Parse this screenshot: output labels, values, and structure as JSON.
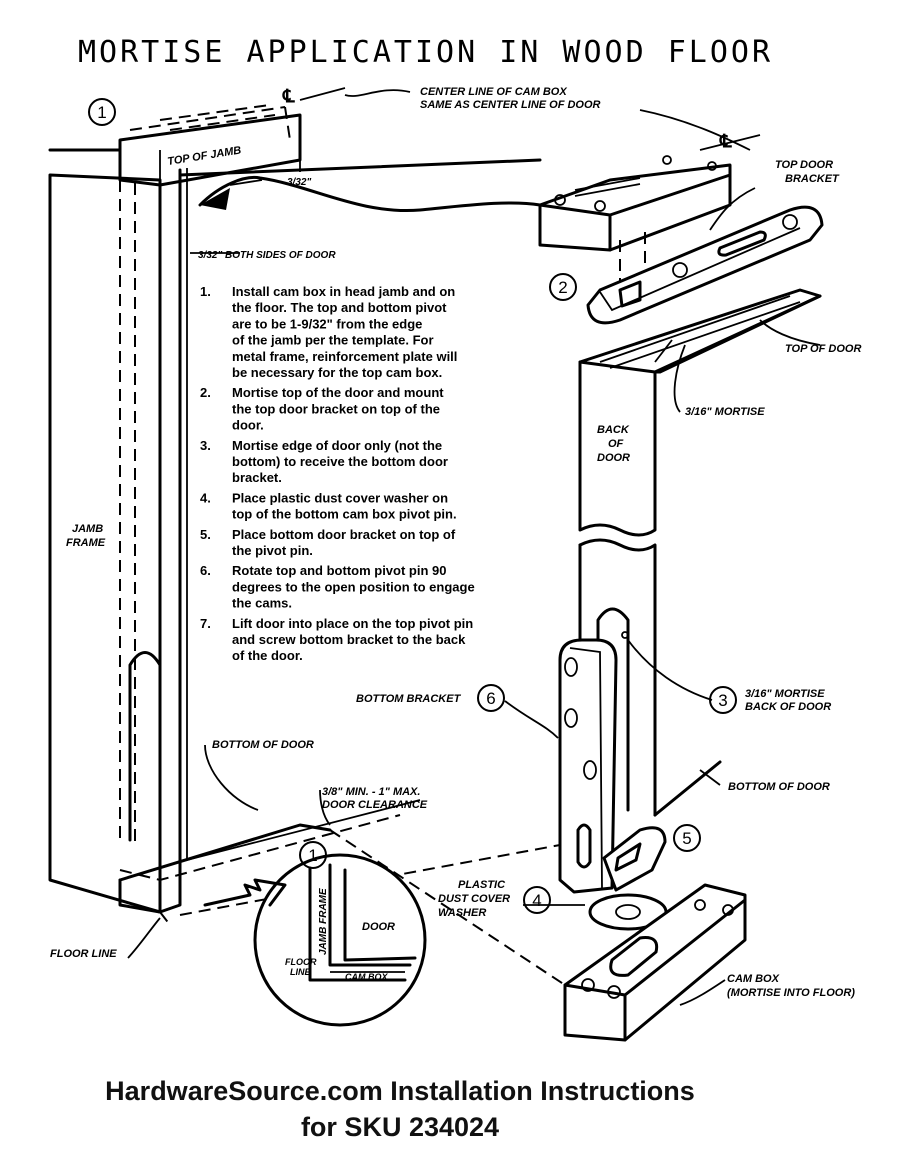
{
  "title": "MORTISE APPLICATION IN WOOD FLOOR",
  "labels": {
    "centerline_symbol": "℄",
    "center_line_1": "CENTER LINE OF CAM BOX",
    "center_line_2": "SAME AS CENTER LINE OF DOOR",
    "top_of_jamb": "TOP OF JAMB",
    "jamb_gap": "3/32\"",
    "both_sides": "3/32\" BOTH SIDES OF DOOR",
    "top_door_bracket_1": "TOP DOOR",
    "top_door_bracket_2": "BRACKET",
    "top_of_door": "TOP OF DOOR",
    "top_mortise": "3/16\" MORTISE",
    "back_of_door_1": "BACK",
    "back_of_door_2": "OF",
    "back_of_door_3": "DOOR",
    "jamb_frame_1": "JAMB",
    "jamb_frame_2": "FRAME",
    "bottom_bracket": "BOTTOM BRACKET",
    "back_mortise_1": "3/16\" MORTISE",
    "back_mortise_2": "BACK OF DOOR",
    "bottom_of_door_left": "BOTTOM OF DOOR",
    "clearance_1": "3/8\" MIN. - 1\" MAX.",
    "clearance_2": "DOOR CLEARANCE",
    "bottom_of_door_right": "BOTTOM OF DOOR",
    "washer_1": "PLASTIC",
    "washer_2": "DUST COVER",
    "washer_3": "WASHER",
    "floor_line": "FLOOR LINE",
    "cam_box_1": "CAM BOX",
    "cam_box_2": "(MORTISE INTO FLOOR)",
    "detail_jamb_frame": "JAMB FRAME",
    "detail_door": "DOOR",
    "detail_floor_1": "FLOOR",
    "detail_floor_2": "LINE",
    "detail_cam_box": "CAM BOX"
  },
  "callouts": [
    "1",
    "2",
    "3",
    "4",
    "5",
    "6",
    "1"
  ],
  "steps": [
    {
      "num": "1.",
      "lines": [
        "Install cam box in head jamb and on",
        "the floor. The top and bottom pivot",
        "are to be 1-9/32\" from the edge",
        "of the jamb per the template. For",
        "metal frame, reinforcement plate will",
        "be necessary for the top cam box."
      ]
    },
    {
      "num": "2.",
      "lines": [
        "Mortise top of the door and mount",
        "the top door bracket on top of the",
        "door."
      ]
    },
    {
      "num": "3.",
      "lines": [
        "Mortise edge of door only (not the",
        "bottom) to receive the bottom door",
        "bracket."
      ]
    },
    {
      "num": "4.",
      "lines": [
        "Place plastic dust cover washer on",
        "top of the bottom cam box pivot pin."
      ]
    },
    {
      "num": "5.",
      "lines": [
        "Place bottom door bracket on top of",
        "the pivot pin."
      ]
    },
    {
      "num": "6.",
      "lines": [
        "Rotate top and bottom pivot pin 90",
        "degrees to the open position to engage",
        "the cams."
      ]
    },
    {
      "num": "7.",
      "lines": [
        "Lift door into place on the top pivot pin",
        "and screw bottom bracket to the back",
        "of the door."
      ]
    }
  ],
  "footer": {
    "line1": "HardwareSource.com Installation Instructions",
    "line2": "for SKU 234024"
  }
}
